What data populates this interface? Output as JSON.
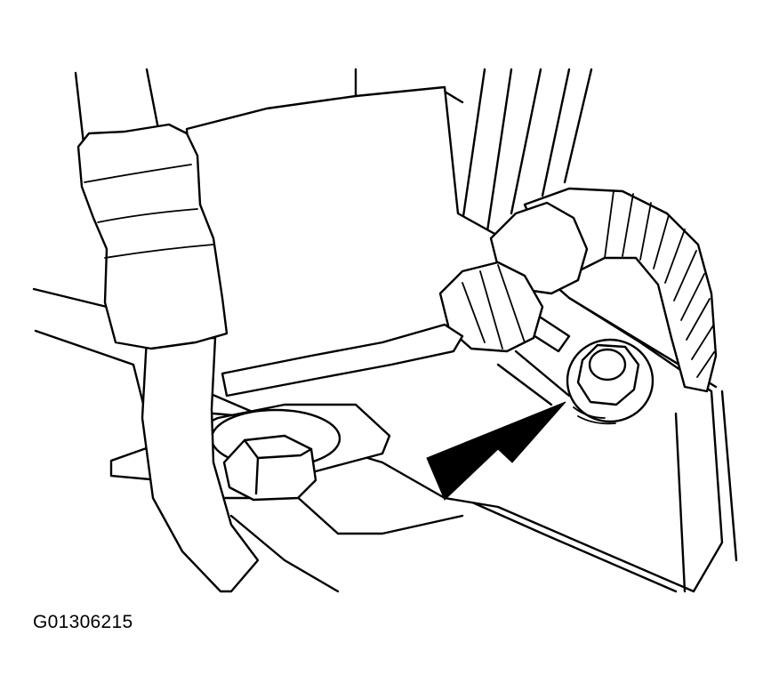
{
  "figure": {
    "id_label": "G01306215"
  },
  "callout": {
    "type": "arrow",
    "points_to": "ground-bolt",
    "color": "#000000"
  },
  "colors": {
    "line": "#000000",
    "background": "#ffffff"
  }
}
